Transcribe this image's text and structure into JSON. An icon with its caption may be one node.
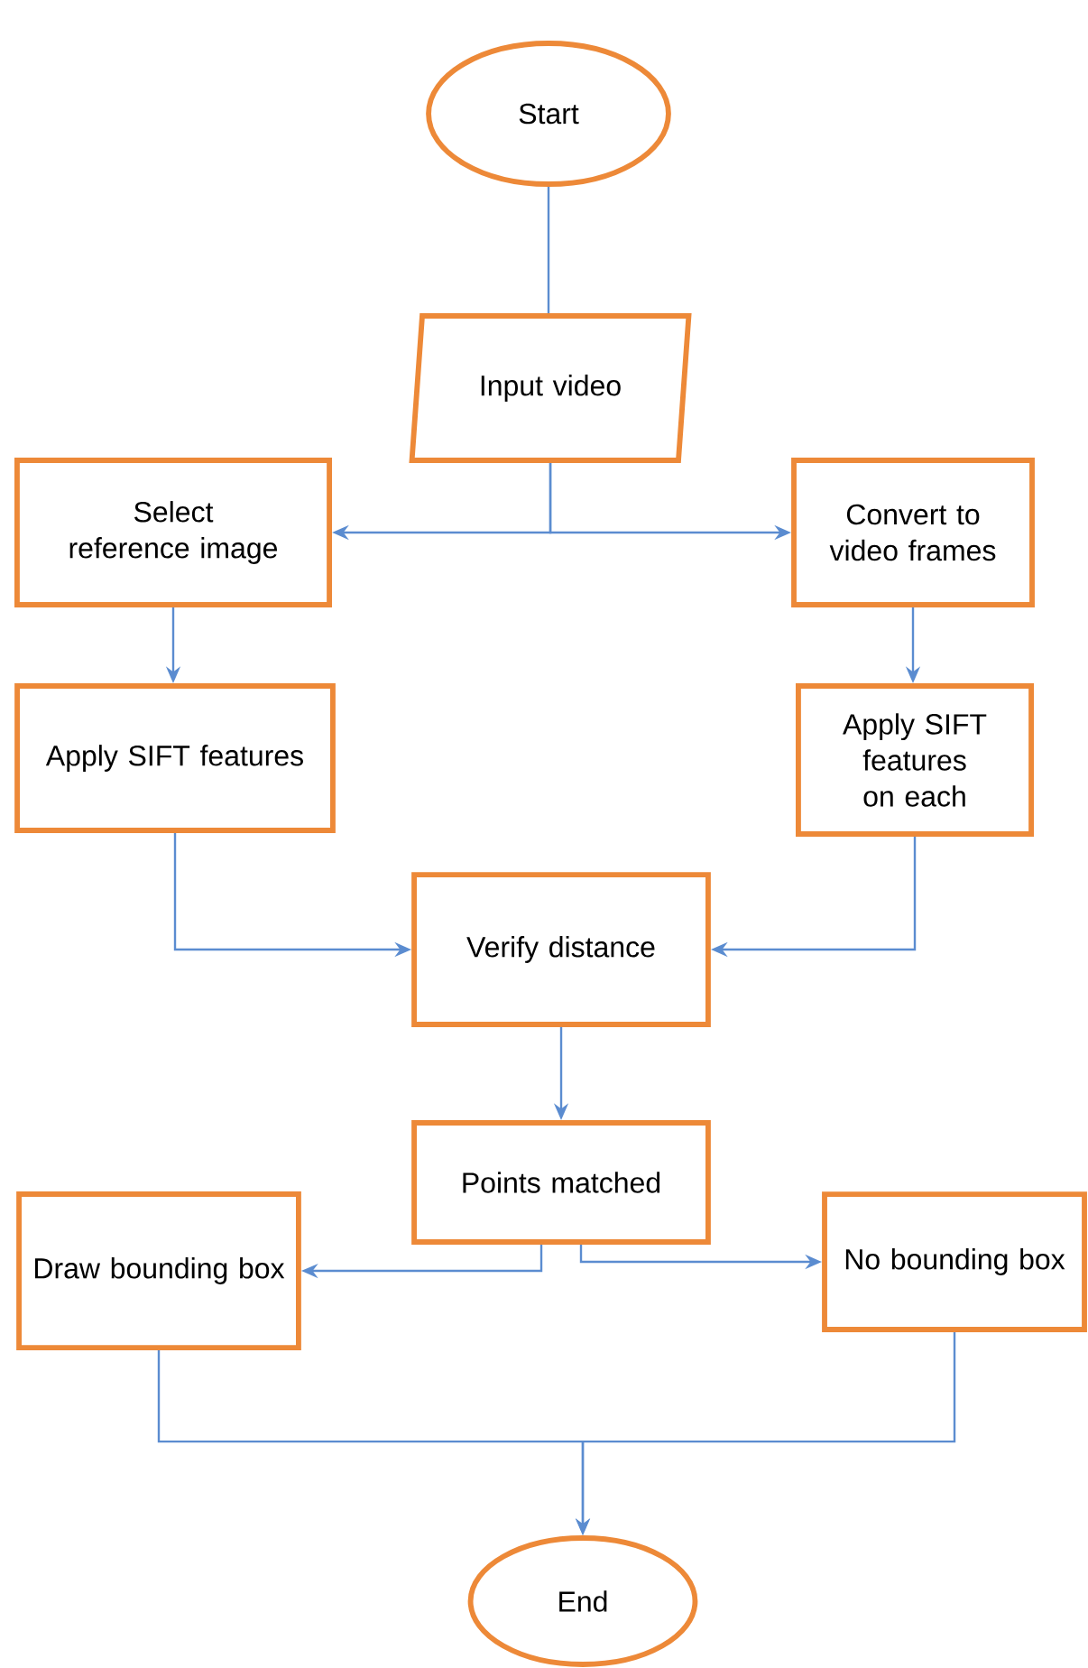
{
  "diagram": {
    "nodes": [
      {
        "text": [
          "Start"
        ]
      },
      {
        "text": [
          "Input video"
        ]
      },
      {
        "text": [
          "Select reference image"
        ]
      },
      {
        "text": [
          "Convert to video frames"
        ]
      },
      {
        "text": [
          "Apply SIFT features"
        ]
      },
      {
        "text": [
          "Apply SIFT features on each"
        ]
      },
      {
        "text": [
          "Verify distance"
        ]
      },
      {
        "text": [
          "Points matched"
        ]
      },
      {
        "text": [
          "Draw bounding box"
        ]
      },
      {
        "text": [
          "No bounding box"
        ]
      },
      {
        "text": [
          "End"
        ]
      }
    ],
    "edges": [
      {
        "from": 0,
        "to": 1,
        "arrow": "none"
      },
      {
        "from": 1,
        "to": 2,
        "arrow": "to"
      },
      {
        "from": 1,
        "to": 3,
        "arrow": "to"
      },
      {
        "from": 2,
        "to": 4,
        "arrow": "to"
      },
      {
        "from": 3,
        "to": 5,
        "arrow": "to"
      },
      {
        "from": 4,
        "to": 6,
        "arrow": "to"
      },
      {
        "from": 5,
        "to": 6,
        "arrow": "to"
      },
      {
        "from": 6,
        "to": 7,
        "arrow": "to"
      },
      {
        "from": 7,
        "to": 8,
        "arrow": "to"
      },
      {
        "from": 7,
        "to": 9,
        "arrow": "to"
      },
      {
        "from": 8,
        "to": 10,
        "arrow": "to"
      },
      {
        "from": 9,
        "to": 10,
        "arrow": "to"
      }
    ]
  }
}
